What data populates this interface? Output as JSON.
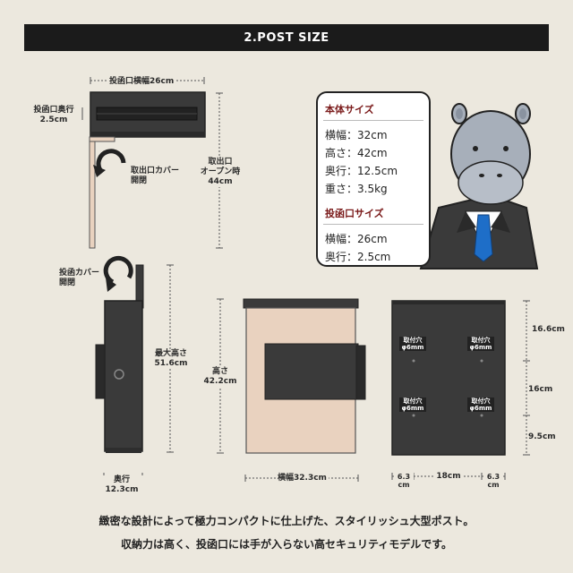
{
  "banner": "2.POST SIZE",
  "dims": {
    "slot_width": "投函口横幅26cm",
    "slot_depth": [
      "投函口奥行",
      "2.5cm"
    ],
    "cover_open_1": [
      "取出口カバー",
      "開閉"
    ],
    "open_height": [
      "取出口",
      "オープン時",
      "44cm"
    ],
    "cover_open_2": [
      "投函カバー",
      "開閉"
    ],
    "max_height": [
      "最大高さ",
      "51.6cm"
    ],
    "depth": [
      "奥行",
      "12.3cm"
    ],
    "height": [
      "高さ",
      "42.2cm"
    ],
    "width": "横幅32.3cm",
    "back_top": "16.6cm",
    "back_mid": "16cm",
    "back_bottom": "9.5cm",
    "back_left": [
      "6.3",
      "cm"
    ],
    "back_center": "18cm",
    "back_right": [
      "6.3",
      "cm"
    ],
    "hole_label": [
      "取付穴",
      "φ6mm"
    ]
  },
  "spec": {
    "body_title": "本体サイズ",
    "body_items": [
      "横幅：32cm",
      "高さ：42cm",
      "奥行：12.5cm",
      "重さ：3.5kg"
    ],
    "slot_title": "投函口サイズ",
    "slot_items": [
      "横幅：26cm",
      "奥行：2.5cm"
    ]
  },
  "footer": [
    "緻密な設計によって極力コンパクトに仕上げた、スタイリッシュ大型ポスト。",
    "収納力は高く、投函口には手が入らない高セキュリティモデルです。"
  ],
  "colors": {
    "background": "#ece8de",
    "body_dark": "#3a3a3a",
    "front_beige": "#e9d2bf",
    "accent_red": "#7a1a1a",
    "tie_blue": "#1e6ec8"
  }
}
